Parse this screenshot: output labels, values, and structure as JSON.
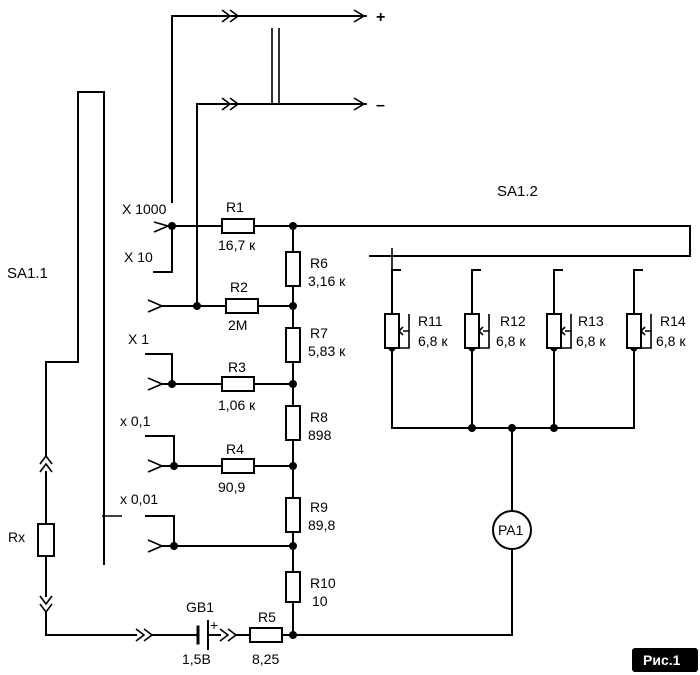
{
  "switches": {
    "sa1_1": "SA1.1",
    "sa1_2": "SA1.2"
  },
  "terminals": {
    "plus": "+",
    "minus": "–"
  },
  "ranges": {
    "x1000": "X 1000",
    "x10": "X 10",
    "x1": "X 1",
    "x01": "x 0,1",
    "x001": "x 0,01"
  },
  "resistors": {
    "r1": {
      "name": "R1",
      "value": "16,7 к"
    },
    "r2": {
      "name": "R2",
      "value": "2M"
    },
    "r3": {
      "name": "R3",
      "value": "1,06 к"
    },
    "r4": {
      "name": "R4",
      "value": "90,9"
    },
    "r5": {
      "name": "R5",
      "value": "8,25"
    },
    "r6": {
      "name": "R6",
      "value": "3,16 к"
    },
    "r7": {
      "name": "R7",
      "value": "5,83 к"
    },
    "r8": {
      "name": "R8",
      "value": "898"
    },
    "r9": {
      "name": "R9",
      "value": "89,8"
    },
    "r10": {
      "name": "R10",
      "value": "10"
    },
    "r11": {
      "name": "R11",
      "value": "6,8 к"
    },
    "r12": {
      "name": "R12",
      "value": "6,8 к"
    },
    "r13": {
      "name": "R13",
      "value": "6,8 к"
    },
    "r14": {
      "name": "R14",
      "value": "6,8 к"
    }
  },
  "rx": "Rx",
  "battery": {
    "name": "GB1",
    "value": "1,5В",
    "polarity": "+"
  },
  "meter": "PA1",
  "figure_label": "Рис.1"
}
